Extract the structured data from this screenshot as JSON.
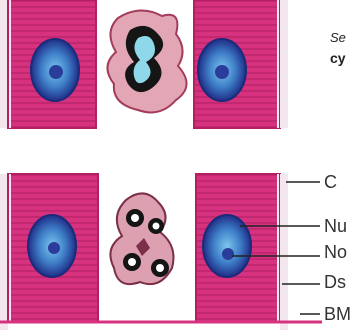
{
  "caption": {
    "line1": "Se",
    "line2": "cy"
  },
  "labels": {
    "c": "C",
    "nu": "Nu",
    "no": "No",
    "ds": "Ds",
    "bm": "BM"
  },
  "colors": {
    "cytoplasm": "#d6327f",
    "cytoplasm_dark": "#b41e63",
    "membrane": "#f4e8ee",
    "nucleus": "#2a3d9b",
    "nucleus_light": "#58a6de",
    "lumen_fill": "#dfa3b1",
    "lumen_core": "#8fd8ea",
    "leader": "#222222"
  }
}
